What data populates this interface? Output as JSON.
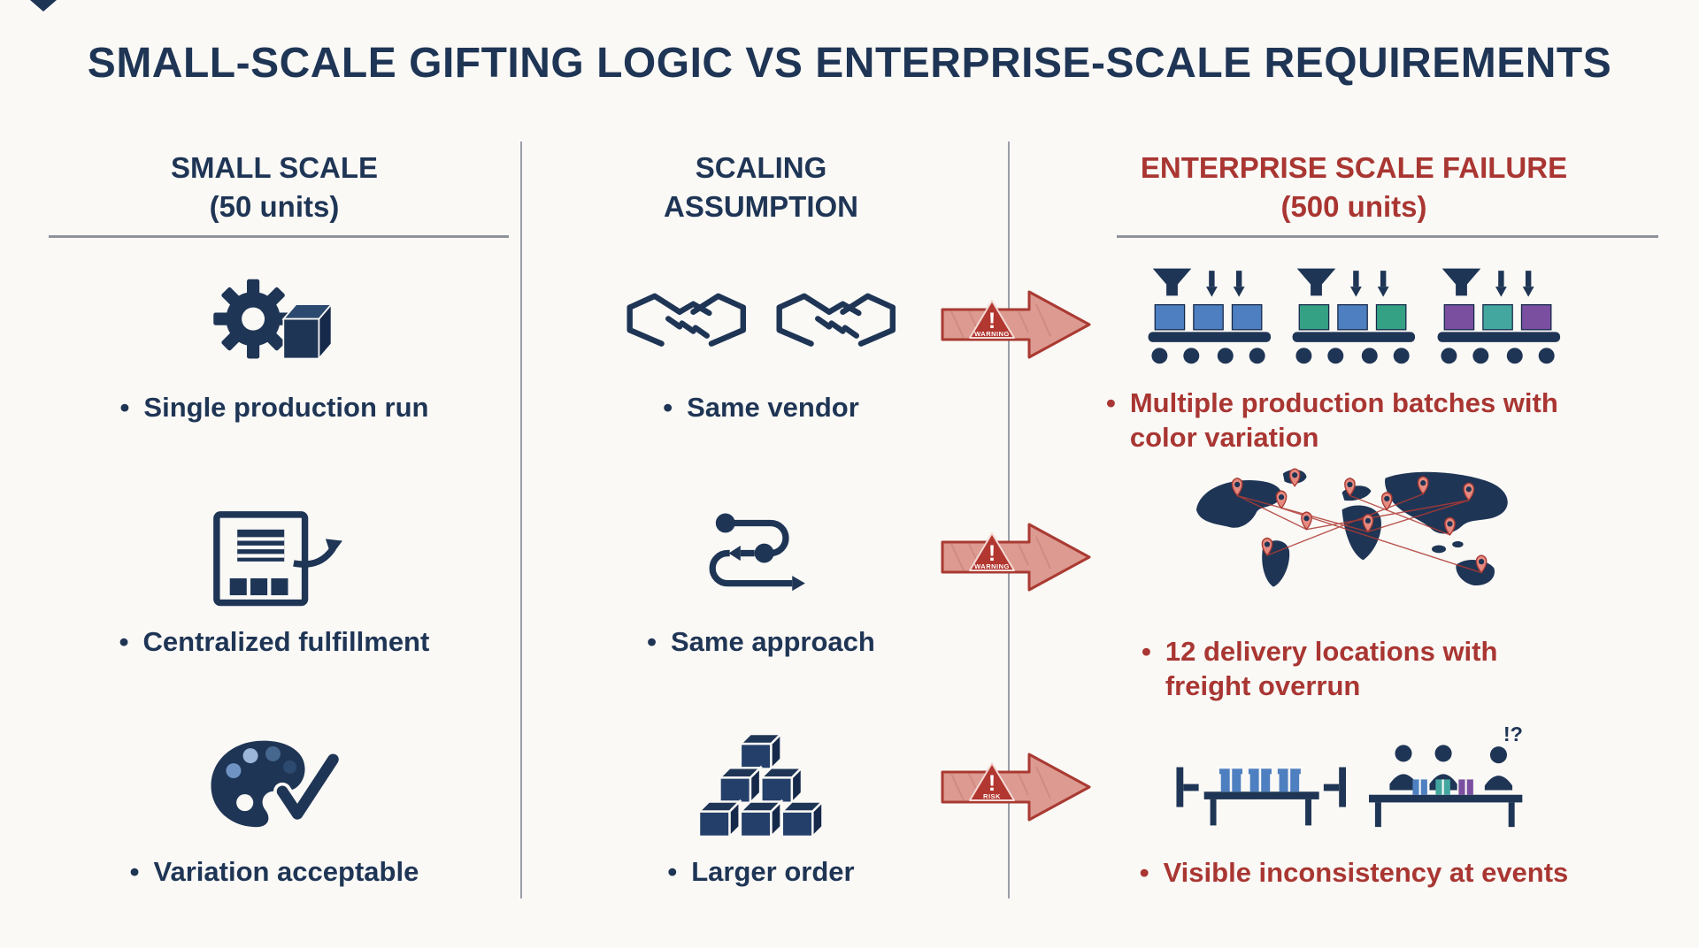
{
  "title": "SMALL-SCALE GIFTING LOGIC VS ENTERPRISE-SCALE REQUIREMENTS",
  "bullet": "•",
  "columns": {
    "small": {
      "line1": "SMALL SCALE",
      "line2": "(50 units)"
    },
    "assumption": {
      "line1": "SCALING",
      "line2": "ASSUMPTION"
    },
    "failure": {
      "line1": "ENTERPRISE SCALE FAILURE",
      "line2": "(500 units)"
    }
  },
  "rows": [
    {
      "small_label": "Single production run",
      "assumption_label": "Same vendor",
      "arrow_label": "WARNING",
      "arrow_exclaim": "!",
      "failure_label": "Multiple production batches with color variation"
    },
    {
      "small_label": "Centralized fulfillment",
      "assumption_label": "Same approach",
      "arrow_label": "WARNING",
      "arrow_exclaim": "!",
      "failure_label": "12 delivery locations with freight overrun"
    },
    {
      "small_label": "Variation acceptable",
      "assumption_label": "Larger order",
      "arrow_label": "RISK",
      "arrow_exclaim": "!",
      "failure_label": "Visible inconsistency at events"
    }
  ],
  "icons": {
    "row1_small": "gear-box-icon",
    "row1_assumption": "handshake-icon",
    "row1_failure": "production-batches-icon",
    "row2_small": "warehouse-icon",
    "row2_assumption": "process-path-icon",
    "row2_failure": "world-map-icon",
    "row3_small": "palette-check-icon",
    "row3_assumption": "boxes-stack-icon",
    "row3_failure": "event-tables-icon",
    "events_exclaim": "!?"
  },
  "batch_colors": [
    [
      "#4e7fc0",
      "#4e7fc0",
      "#4e7fc0"
    ],
    [
      "#35a184",
      "#4e7fc0",
      "#35a184"
    ],
    [
      "#7a4fa0",
      "#43a7a0",
      "#7a4fa0"
    ]
  ],
  "colors": {
    "navy": "#1f3555",
    "failure_red": "#a93632",
    "arrow_fill": "#dc9a91",
    "arrow_border": "#a93a32",
    "background": "#faf9f6",
    "gift_blue": "#4e7fc0",
    "gift_teal": "#43a7a0",
    "gift_purple": "#7a4fa0"
  }
}
